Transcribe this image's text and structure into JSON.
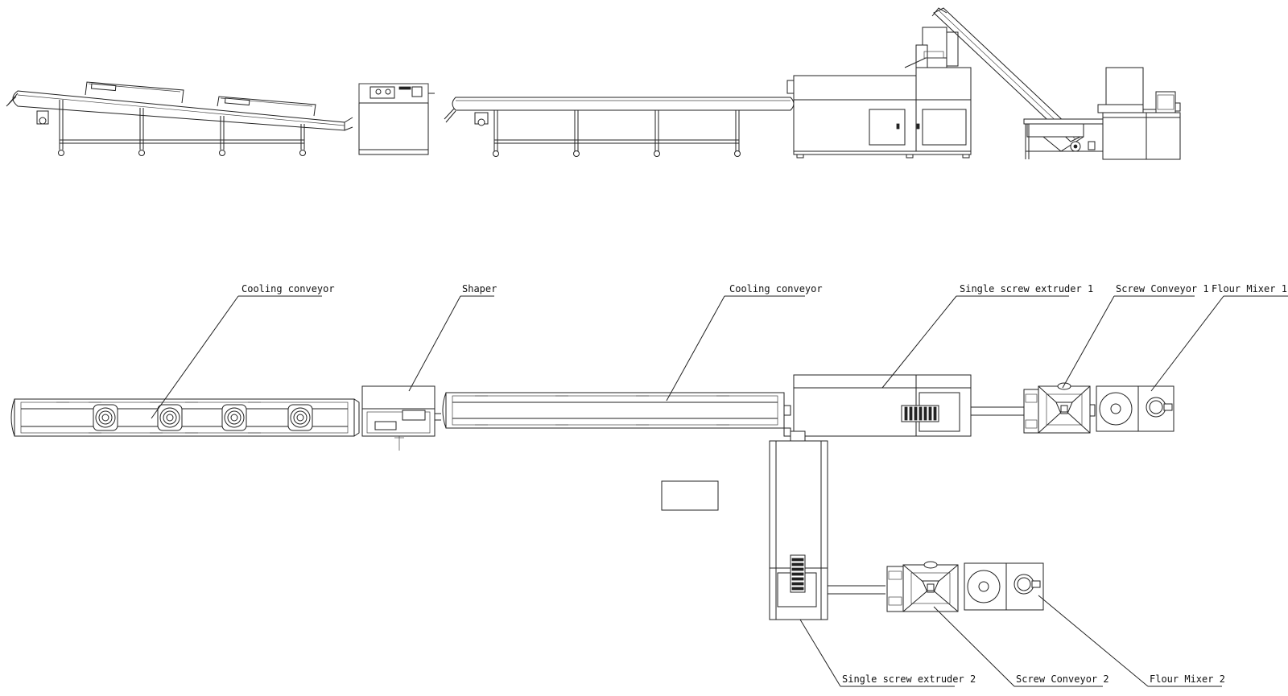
{
  "drawing": {
    "background": "#ffffff",
    "line_color": "#222222"
  },
  "labels": {
    "cooling_conveyor_left": "Cooling conveyor",
    "shaper": "Shaper",
    "cooling_conveyor_mid": "Cooling conveyor",
    "single_screw_extruder_1": "Single screw extruder 1",
    "screw_conveyor_1": "Screw Conveyor 1",
    "flour_mixer_1": "Flour Mixer 1",
    "single_screw_extruder_2": "Single screw extruder 2",
    "screw_conveyor_2": "Screw Conveyor 2",
    "flour_mixer_2": "Flour Mixer 2"
  }
}
